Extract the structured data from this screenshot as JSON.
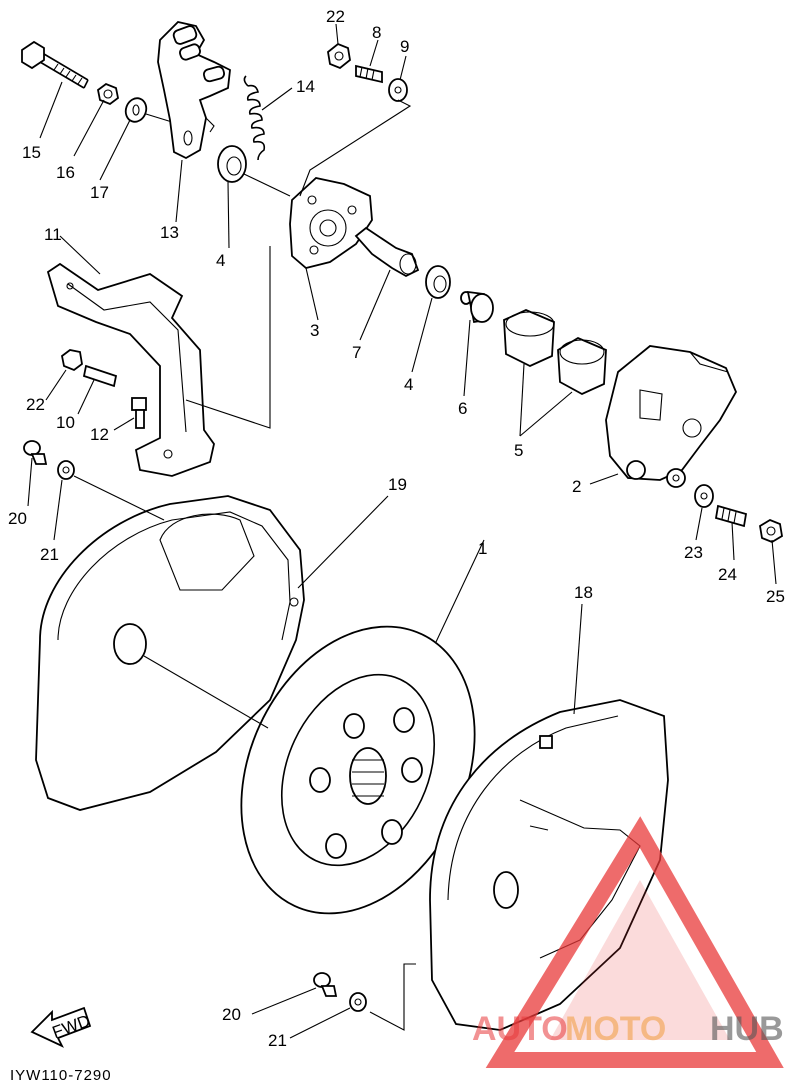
{
  "parts": [
    {
      "id": "p1",
      "label": "1"
    },
    {
      "id": "p2",
      "label": "2"
    },
    {
      "id": "p3",
      "label": "3"
    },
    {
      "id": "p4a",
      "label": "4"
    },
    {
      "id": "p4b",
      "label": "4"
    },
    {
      "id": "p5",
      "label": "5"
    },
    {
      "id": "p6",
      "label": "6"
    },
    {
      "id": "p7",
      "label": "7"
    },
    {
      "id": "p8",
      "label": "8"
    },
    {
      "id": "p9",
      "label": "9"
    },
    {
      "id": "p10",
      "label": "10"
    },
    {
      "id": "p11",
      "label": "11"
    },
    {
      "id": "p12",
      "label": "12"
    },
    {
      "id": "p13",
      "label": "13"
    },
    {
      "id": "p14",
      "label": "14"
    },
    {
      "id": "p15",
      "label": "15"
    },
    {
      "id": "p16",
      "label": "16"
    },
    {
      "id": "p17",
      "label": "17"
    },
    {
      "id": "p18",
      "label": "18"
    },
    {
      "id": "p19",
      "label": "19"
    },
    {
      "id": "p20a",
      "label": "20"
    },
    {
      "id": "p20b",
      "label": "20"
    },
    {
      "id": "p21a",
      "label": "21"
    },
    {
      "id": "p21b",
      "label": "21"
    },
    {
      "id": "p22a",
      "label": "22"
    },
    {
      "id": "p22b",
      "label": "22"
    },
    {
      "id": "p23",
      "label": "23"
    },
    {
      "id": "p24",
      "label": "24"
    },
    {
      "id": "p25",
      "label": "25"
    }
  ],
  "direction_arrow": {
    "label": "FWD"
  },
  "reference_code": "IYW110-7290",
  "watermark": {
    "text_part1": "AUTO",
    "text_part2": "MOTO",
    "text_part3": "HUB",
    "color_primary": "#e8393a",
    "color_secondary": "#f2a04a",
    "color_tertiary": "#555555"
  }
}
